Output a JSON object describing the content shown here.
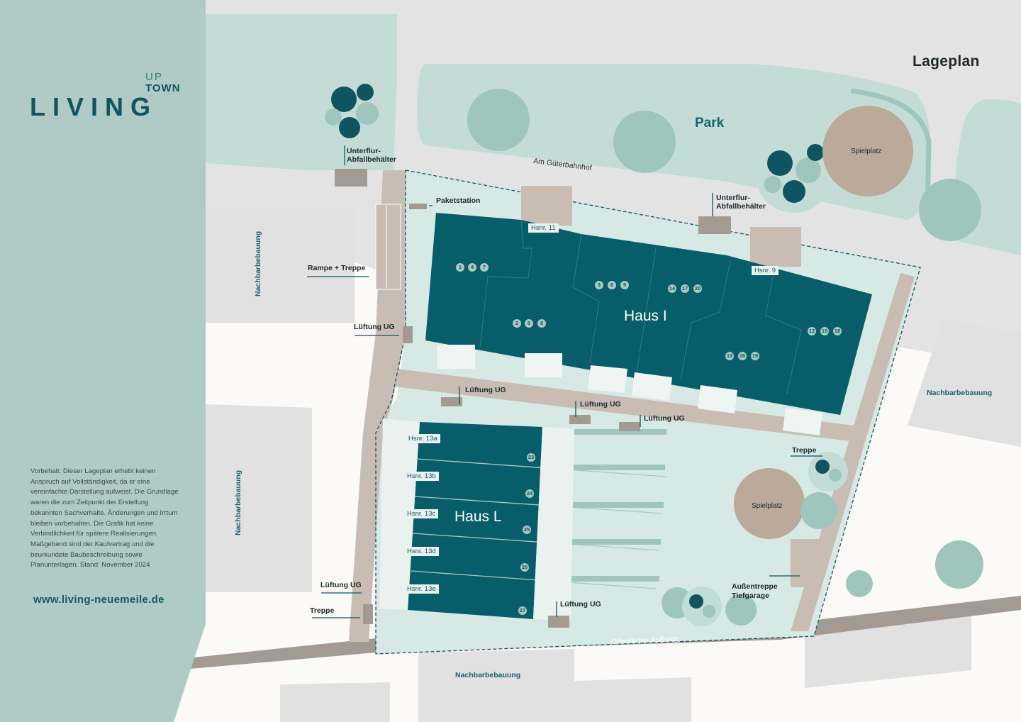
{
  "colors": {
    "sidebar": "#b0cbc5",
    "road": "#e3e3e3",
    "park": "#c3dcd6",
    "tree": "#9fc6bd",
    "site": "#d6e9e4",
    "building": "#075e6a",
    "path": "#c9bdb3",
    "path_dark": "#a49a92",
    "neighbour": "#e1e1e1",
    "playground": "#bba99a",
    "text_accent": "#0f5561"
  },
  "logo": {
    "up": "UP",
    "town": "TOWN",
    "living": "LIVING"
  },
  "title": "Lageplan",
  "website": "www.living-neuemeile.de",
  "disclaimer": "Vorbehalt: Dieser Lageplan erhebt keinen Anspruch auf Vollständigkeit, da er eine vereinfachte Darstellung aufweist. Die Grundlage waren die zum Zeitpunkt der Erstellung bekannten Sachverhalte. Änderungen und Irrtum bleiben vorbehalten. Die Grafik hat keine Verbindlichkeit für spätere Realisierungen. Maßgebend sind der Kaufvertrag und die beurkundete Baubeschreibung sowie Planunterlagen. Stand: November 2024",
  "map": {
    "park": "Park",
    "street": "Am Güterbahnhof",
    "footpath": "Öffentlicher Fußweg",
    "neighbours": [
      "Nachbarbebauung",
      "Nachbarbebauung",
      "Nachbarbebauung",
      "Nachbarbebauung"
    ],
    "playgrounds": [
      "Spielplatz",
      "Spielplatz"
    ],
    "labels": {
      "unterflur_1": "Unterflur-\nAbfallbehälter",
      "unterflur_2": "Unterflur-\nAbfallbehälter",
      "paketstation": "Paketstation",
      "rampe": "Rampe + Treppe",
      "lueftung_1": "Lüftung UG",
      "lueftung_2": "Lüftung UG",
      "lueftung_3": "Lüftung UG",
      "lueftung_4": "Lüftung UG",
      "lueftung_5": "Lüftung UG",
      "lueftung_6": "Lüftung UG",
      "treppe_1": "Treppe",
      "treppe_2": "Treppe",
      "aussentreppe": "Außentreppe\nTiefgarage"
    },
    "haus_i": {
      "name": "Haus I",
      "hsnr": [
        "Hsnr. 11",
        "Hsnr. 9"
      ],
      "units": [
        "1",
        "4",
        "7",
        "2",
        "5",
        "8",
        "3",
        "6",
        "9",
        "14",
        "17",
        "20",
        "13",
        "16",
        "19",
        "12",
        "15",
        "18"
      ]
    },
    "haus_l": {
      "name": "Haus L",
      "hsnr": [
        "Hsnr. 13a",
        "Hsnr. 13b",
        "Hsnr. 13c",
        "Hsnr. 13d",
        "Hsnr. 13e"
      ],
      "units": [
        "23",
        "24",
        "25",
        "26",
        "27"
      ]
    }
  }
}
